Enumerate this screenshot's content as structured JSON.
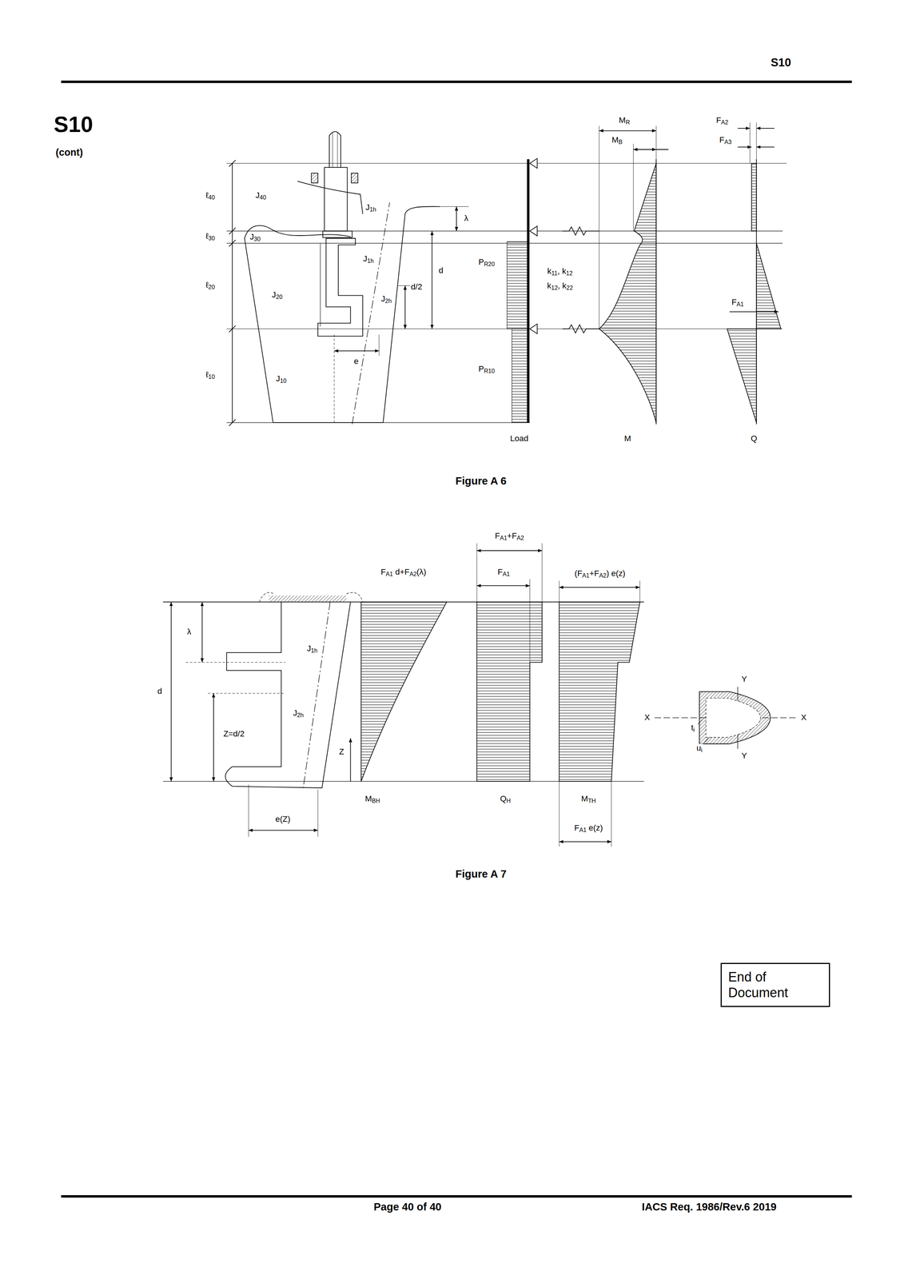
{
  "diagram": {
    "nodes": [
      {
        "text": [
          "End of Document"
        ]
      }
    ],
    "labels": [
      "S10",
      "S10",
      "(cont)",
      "ℓ40",
      "J40",
      "J1h",
      "λ",
      "ℓ30",
      "J30",
      "J1h",
      "d",
      "PR20",
      "k11, k12",
      "k12, k22",
      "ℓ20",
      "J20",
      "J2h",
      "d/2",
      "e",
      "ℓ10",
      "J10",
      "PR10",
      "Load",
      "MR",
      "MB",
      "M",
      "FA2",
      "FA3",
      "FA1",
      "Q",
      "Figure A 6",
      "λ",
      "d",
      "J1h",
      "Z=d/2",
      "J2h",
      "Z",
      "e(Z)",
      "FA1 d+FA2(λ)",
      "MBH",
      "FA1+FA2",
      "FA1",
      "QH",
      "(FA1+FA2) e(z)",
      "MTH",
      "FA1 e(z)",
      "Y",
      "X",
      "X",
      "Y",
      "ti",
      "ui",
      "Figure A 7",
      "Page 40 of 40",
      "IACS Req. 1986/Rev.6 2019"
    ]
  }
}
